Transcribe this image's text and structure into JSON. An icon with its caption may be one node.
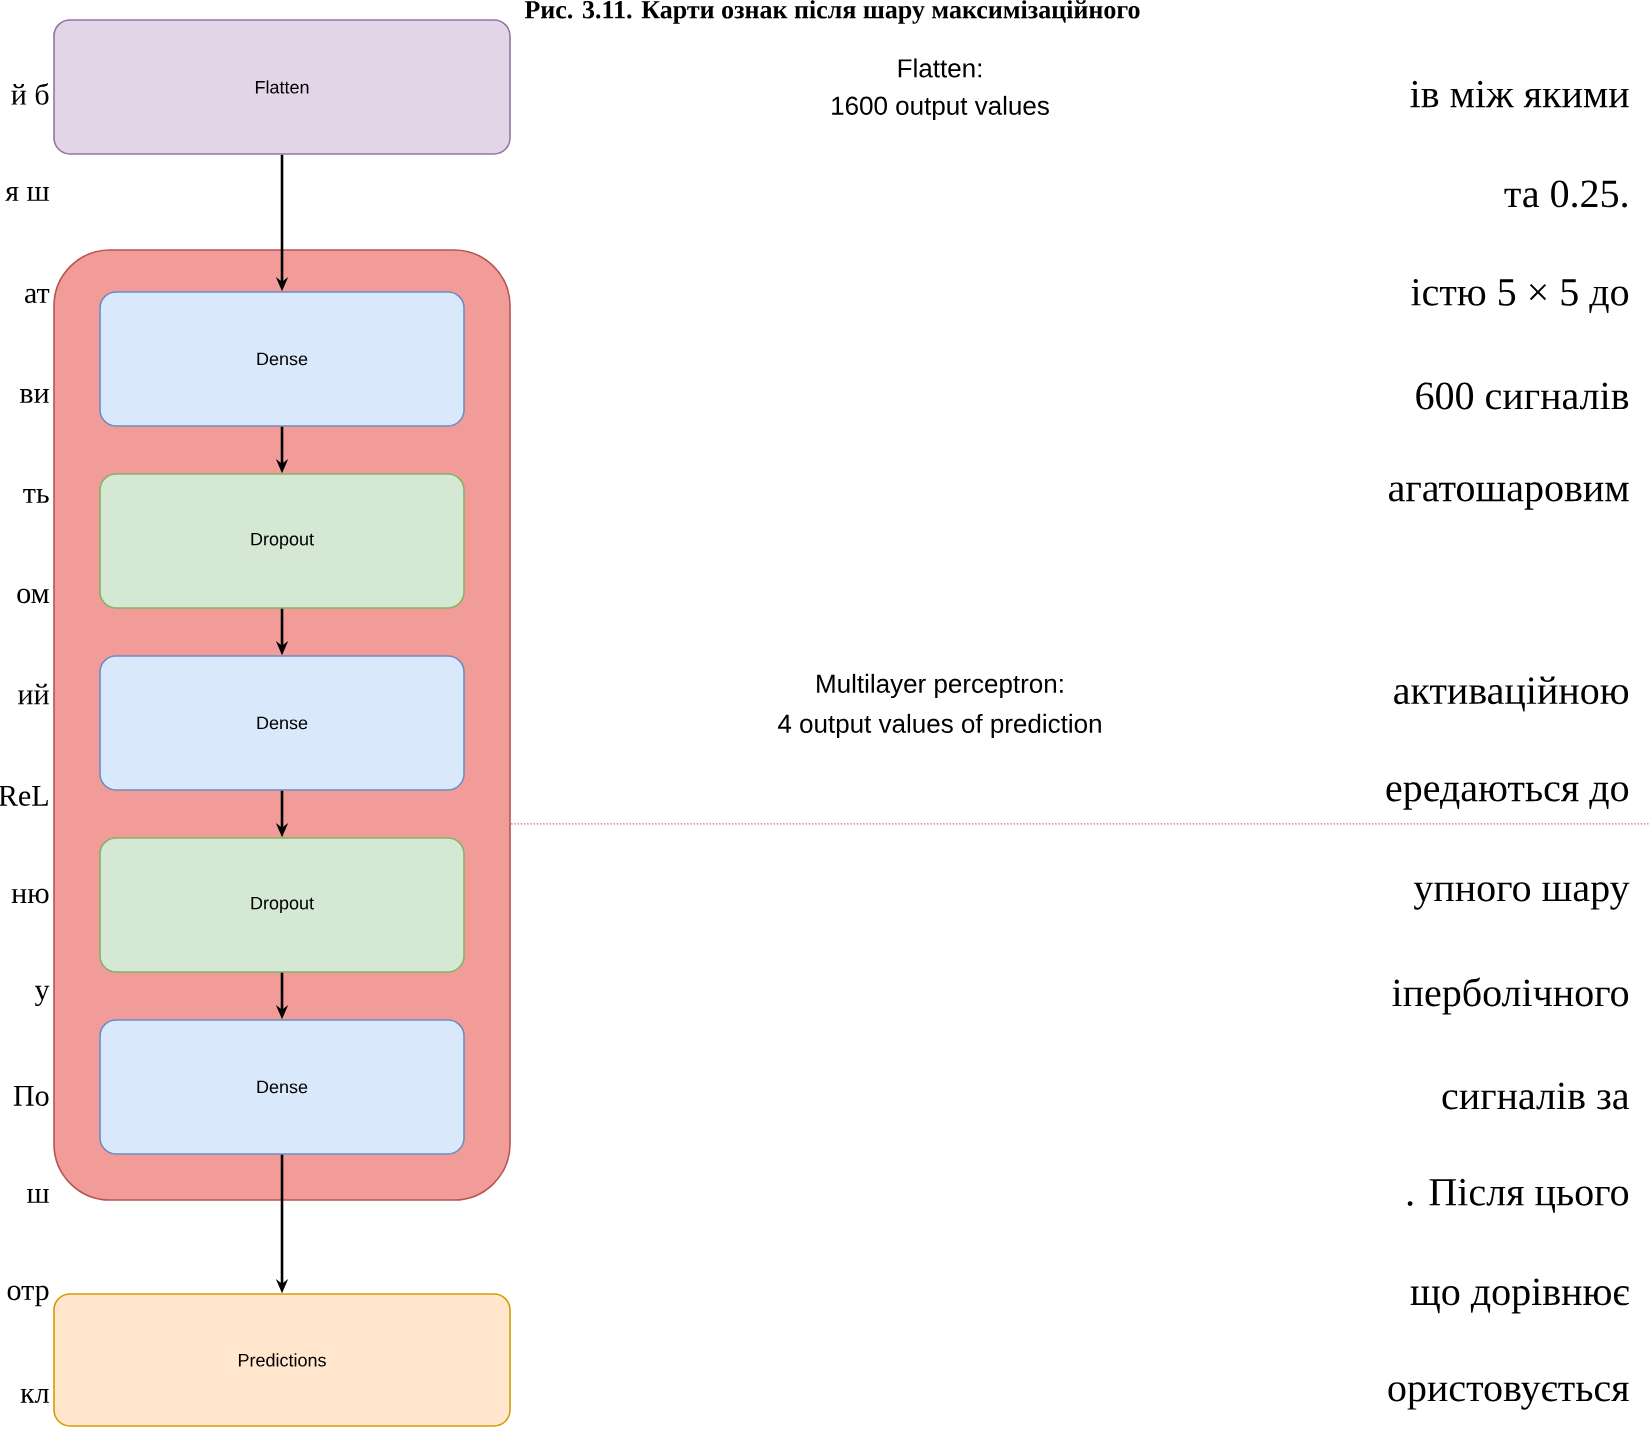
{
  "diagram": {
    "nodes": [
      {
        "text": [
          "Flatten"
        ],
        "beside": [
          "Flatten:",
          "1600 output values"
        ]
      },
      {
        "text": [],
        "shape": "box",
        "beside": [
          "Multilayer perceptron:",
          "4 output values of prediction"
        ]
      },
      {
        "text": [
          "Dense"
        ],
        "in": 1
      },
      {
        "text": [
          "Dropout"
        ],
        "in": 1
      },
      {
        "text": [
          "Dense"
        ],
        "in": 1
      },
      {
        "text": [
          "Dropout"
        ],
        "in": 1
      },
      {
        "text": [
          "Dense"
        ],
        "in": 1
      },
      {
        "text": [
          "Predictions"
        ]
      }
    ],
    "edges": [
      {
        "from": 0,
        "to": 2,
        "arrow": "to"
      },
      {
        "from": 2,
        "to": 3,
        "arrow": "to"
      },
      {
        "from": 3,
        "to": 4,
        "arrow": "to"
      },
      {
        "from": 4,
        "to": 5,
        "arrow": "to"
      },
      {
        "from": 5,
        "to": 6,
        "arrow": "to"
      },
      {
        "from": 6,
        "to": 7,
        "arrow": "to"
      }
    ],
    "labels": [
      "Рис. 3.11. Карти ознак після шару максимізаційного",
      "й б",
      "ів між якими",
      "я ш",
      "та 0.25.",
      "ат",
      "істю 5 × 5 до",
      "ви",
      "600 сигналів",
      "ть",
      "агатошаровим",
      "ом",
      "ий",
      "активаційною",
      "ReL",
      "ередаються до",
      "ню",
      "упного шару",
      "у",
      "іперболічного",
      "По",
      "сигналів за",
      "ш",
      ". Після цього",
      "отр",
      "що дорівнює",
      "кл",
      "ористовується"
    ]
  }
}
